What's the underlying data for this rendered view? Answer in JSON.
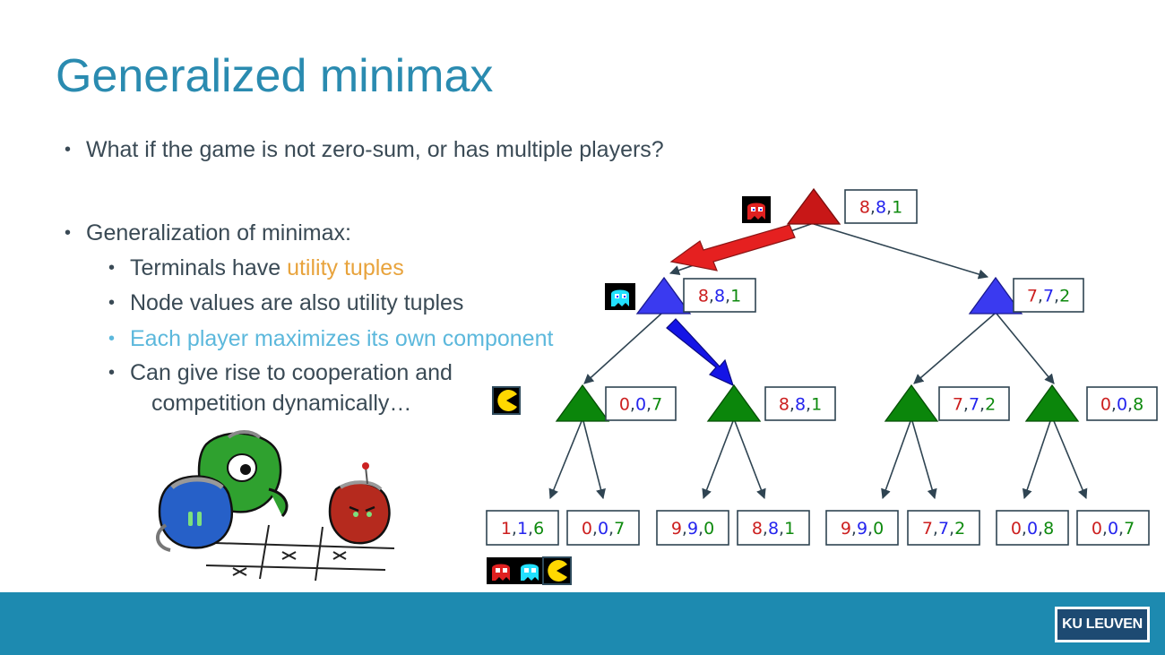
{
  "slide": {
    "title": "Generalized minimax",
    "bullets": {
      "q": "What if the game is not zero-sum, or has multiple players?",
      "gen": "Generalization of minimax:",
      "terminals_prefix": "Terminals have ",
      "terminals_highlight": "utility tuples",
      "nodes": "Node values are also utility tuples",
      "each": "Each player maximizes its own component",
      "coop_line1": "Can give rise to cooperation and",
      "coop_line2": "competition dynamically…"
    },
    "logo": "KU LEUVEN"
  },
  "player_colors": {
    "red": "#cc1f1f",
    "blue": "#2424ee",
    "green": "#0e8a0e"
  },
  "tree": {
    "root": {
      "player": "red-ghost",
      "value": [
        "8",
        "8",
        "1"
      ]
    },
    "level1": [
      {
        "player": "blue-ghost",
        "value": [
          "8",
          "8",
          "1"
        ]
      },
      {
        "player": "blue-ghost",
        "value": [
          "7",
          "7",
          "2"
        ]
      }
    ],
    "level2": [
      {
        "player": "pacman",
        "value": [
          "0",
          "0",
          "7"
        ]
      },
      {
        "player": "pacman",
        "value": [
          "8",
          "8",
          "1"
        ]
      },
      {
        "player": "pacman",
        "value": [
          "7",
          "7",
          "2"
        ]
      },
      {
        "player": "pacman",
        "value": [
          "0",
          "0",
          "8"
        ]
      }
    ],
    "leaves": [
      [
        "1",
        "1",
        "6"
      ],
      [
        "0",
        "0",
        "7"
      ],
      [
        "9",
        "9",
        "0"
      ],
      [
        "8",
        "8",
        "1"
      ],
      [
        "9",
        "9",
        "0"
      ],
      [
        "7",
        "7",
        "2"
      ],
      [
        "0",
        "0",
        "8"
      ],
      [
        "0",
        "0",
        "7"
      ]
    ]
  }
}
